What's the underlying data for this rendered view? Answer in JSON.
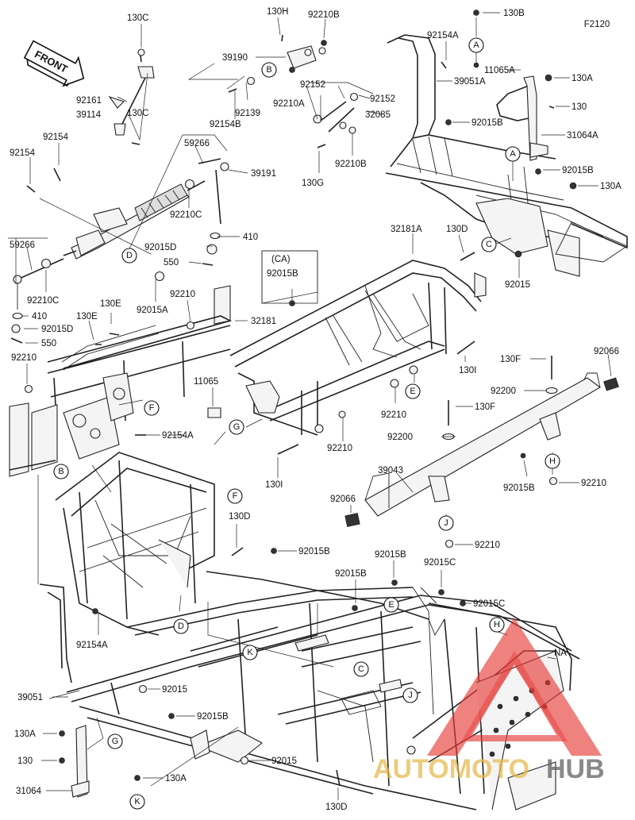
{
  "figure_code": "F2120",
  "front_label": "FRONT",
  "watermark": {
    "brand_a": "AUTOMOTO",
    "brand_b": "HUB"
  },
  "labels": [
    {
      "id": "l01",
      "text": "130C"
    },
    {
      "id": "l02",
      "text": "130H"
    },
    {
      "id": "l03",
      "text": "92210B"
    },
    {
      "id": "l04",
      "text": "39190"
    },
    {
      "id": "l05",
      "text": "92161"
    },
    {
      "id": "l06",
      "text": "130C"
    },
    {
      "id": "l07",
      "text": "39114"
    },
    {
      "id": "l08",
      "text": "92154B"
    },
    {
      "id": "l09",
      "text": "92139"
    },
    {
      "id": "l10",
      "text": "92210A"
    },
    {
      "id": "l11",
      "text": "92152"
    },
    {
      "id": "l12",
      "text": "92152"
    },
    {
      "id": "l13",
      "text": "32085"
    },
    {
      "id": "l14",
      "text": "92210B"
    },
    {
      "id": "l15",
      "text": "130G"
    },
    {
      "id": "l16",
      "text": "92154"
    },
    {
      "id": "l17",
      "text": "92154"
    },
    {
      "id": "l18",
      "text": "59266"
    },
    {
      "id": "l19",
      "text": "39191"
    },
    {
      "id": "l20",
      "text": "92210C"
    },
    {
      "id": "l21",
      "text": "410"
    },
    {
      "id": "l22",
      "text": "59266"
    },
    {
      "id": "l23",
      "text": "92015D"
    },
    {
      "id": "l24",
      "text": "550"
    },
    {
      "id": "l25",
      "text": "92210C"
    },
    {
      "id": "l26",
      "text": "92015A"
    },
    {
      "id": "l27",
      "text": "410"
    },
    {
      "id": "l28",
      "text": "92015D"
    },
    {
      "id": "l29",
      "text": "550"
    },
    {
      "id": "l30",
      "text": "130E"
    },
    {
      "id": "l31",
      "text": "130E"
    },
    {
      "id": "l32",
      "text": "92210"
    },
    {
      "id": "l33",
      "text": "92210"
    },
    {
      "id": "l34",
      "text": "32181"
    },
    {
      "id": "l35",
      "text": "92154A"
    },
    {
      "id": "l36",
      "text": "130B"
    },
    {
      "id": "l37",
      "text": "39051A"
    },
    {
      "id": "l38",
      "text": "11065A"
    },
    {
      "id": "l39",
      "text": "130A"
    },
    {
      "id": "l40",
      "text": "130"
    },
    {
      "id": "l41",
      "text": "92015B"
    },
    {
      "id": "l42",
      "text": "31064A"
    },
    {
      "id": "l43",
      "text": "92015B"
    },
    {
      "id": "l44",
      "text": "130A"
    },
    {
      "id": "l45",
      "text": "32181A"
    },
    {
      "id": "l46",
      "text": "130D"
    },
    {
      "id": "l47",
      "text": "(CA)"
    },
    {
      "id": "l48",
      "text": "92015B"
    },
    {
      "id": "l49",
      "text": "92015"
    },
    {
      "id": "l50",
      "text": "130I"
    },
    {
      "id": "l51",
      "text": "11065"
    },
    {
      "id": "l52",
      "text": "92210"
    },
    {
      "id": "l53",
      "text": "92210"
    },
    {
      "id": "l54",
      "text": "130I"
    },
    {
      "id": "l55",
      "text": "130F"
    },
    {
      "id": "l56",
      "text": "92066"
    },
    {
      "id": "l57",
      "text": "92200"
    },
    {
      "id": "l58",
      "text": "130F"
    },
    {
      "id": "l59",
      "text": "92200"
    },
    {
      "id": "l60",
      "text": "39043"
    },
    {
      "id": "l61",
      "text": "92015B"
    },
    {
      "id": "l62",
      "text": "92210"
    },
    {
      "id": "l63",
      "text": "92066"
    },
    {
      "id": "l64",
      "text": "92210"
    },
    {
      "id": "l65",
      "text": "92154A"
    },
    {
      "id": "l66",
      "text": "130D"
    },
    {
      "id": "l67",
      "text": "92015B"
    },
    {
      "id": "l68",
      "text": "92015B"
    },
    {
      "id": "l69",
      "text": "92015B"
    },
    {
      "id": "l70",
      "text": "92015C"
    },
    {
      "id": "l71",
      "text": "92015C"
    },
    {
      "id": "l72",
      "text": "92154A"
    },
    {
      "id": "l73",
      "text": "NA"
    },
    {
      "id": "l74",
      "text": "39051"
    },
    {
      "id": "l75",
      "text": "92015"
    },
    {
      "id": "l76",
      "text": "92015B"
    },
    {
      "id": "l77",
      "text": "130A"
    },
    {
      "id": "l78",
      "text": "130"
    },
    {
      "id": "l79",
      "text": "92015"
    },
    {
      "id": "l80",
      "text": "31064"
    },
    {
      "id": "l81",
      "text": "130A"
    },
    {
      "id": "l82",
      "text": "130D"
    }
  ],
  "refs": [
    {
      "id": "r01",
      "text": "B"
    },
    {
      "id": "r02",
      "text": "D"
    },
    {
      "id": "r03",
      "text": "A"
    },
    {
      "id": "r04",
      "text": "A"
    },
    {
      "id": "r05",
      "text": "C"
    },
    {
      "id": "r06",
      "text": "E"
    },
    {
      "id": "r07",
      "text": "G"
    },
    {
      "id": "r08",
      "text": "F"
    },
    {
      "id": "r09",
      "text": "B"
    },
    {
      "id": "r10",
      "text": "H"
    },
    {
      "id": "r11",
      "text": "J"
    },
    {
      "id": "r12",
      "text": "F"
    },
    {
      "id": "r13",
      "text": "D"
    },
    {
      "id": "r14",
      "text": "E"
    },
    {
      "id": "r15",
      "text": "H"
    },
    {
      "id": "r16",
      "text": "K"
    },
    {
      "id": "r17",
      "text": "C"
    },
    {
      "id": "r18",
      "text": "J"
    },
    {
      "id": "r19",
      "text": "G"
    },
    {
      "id": "r20",
      "text": "K"
    }
  ]
}
